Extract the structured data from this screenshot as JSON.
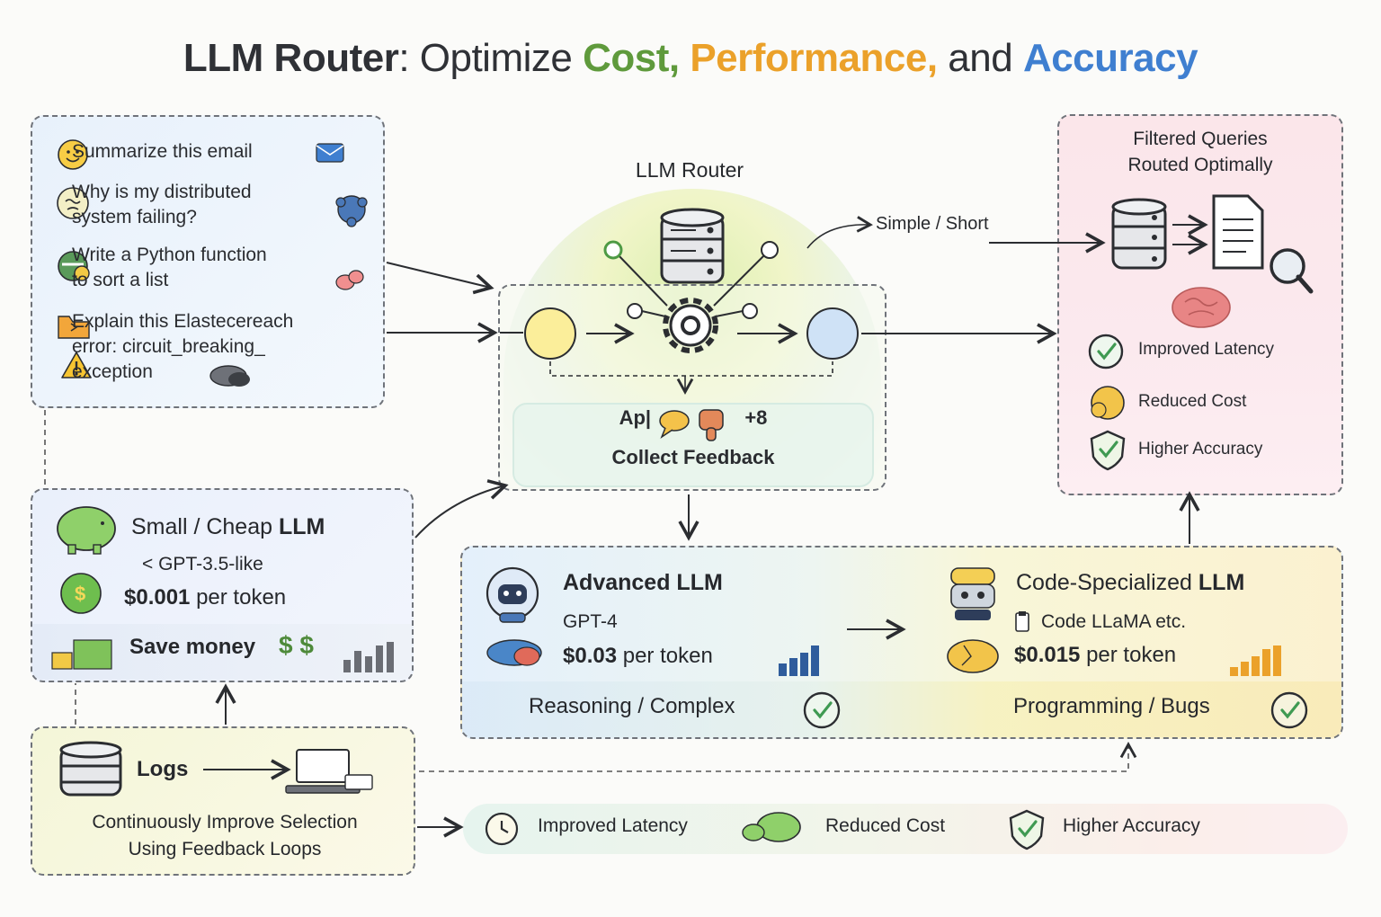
{
  "title": {
    "part1": "LLM Router",
    "part2": ": Optimize ",
    "cost": "Cost,",
    "performance": "Performance,",
    "and": " and ",
    "accuracy": "Accuracy"
  },
  "colors": {
    "cost": "#5f9a3c",
    "performance": "#eba12a",
    "accuracy": "#3f7fd0"
  },
  "queries": [
    {
      "text": "Summarize this email",
      "icon": "smiley-icon"
    },
    {
      "text": "Why is my distributed\nsystem failing?",
      "icon": "worried-face-icon"
    },
    {
      "text": "Write a Python function\nto sort a list",
      "icon": "python-icon"
    },
    {
      "text": "Explain this Elastecereach\nerror: circuit_breaking_\nexception",
      "icon": "warning-icon"
    }
  ],
  "router": {
    "title": "LLM Router",
    "route_simple": "Simple / Short",
    "feedback_prefix": "Ap|",
    "feedback_count": "+8",
    "feedback_label": "Collect Feedback"
  },
  "output": {
    "title": "Filtered Queries\nRouted Optimally",
    "benefits": [
      "Improved Latency",
      "Reduced Cost",
      "Higher Accuracy"
    ]
  },
  "small_llm": {
    "name_prefix": "Small / Cheap ",
    "name_bold": "LLM",
    "model": "< GPT-3.5-like",
    "price": "$0.001",
    "price_unit": "per token",
    "tagline": "Save money",
    "money_glyph": "$ $"
  },
  "advanced_llm": {
    "name": "Advanced LLM",
    "model": "GPT-4",
    "price": "$0.03",
    "price_unit": "per token",
    "use_case": "Reasoning / Complex"
  },
  "code_llm": {
    "name_prefix": "Code-Specialized ",
    "name_bold": "LLM",
    "model": "Code LLaMA etc.",
    "price": "$0.015",
    "price_unit": "per token",
    "use_case": "Programming / Bugs"
  },
  "logs": {
    "label": "Logs",
    "caption": "Continuously Improve Selection\nUsing Feedback Loops"
  },
  "bottom_benefits": [
    "Improved Latency",
    "Reduced Cost",
    "Higher Accuracy"
  ]
}
